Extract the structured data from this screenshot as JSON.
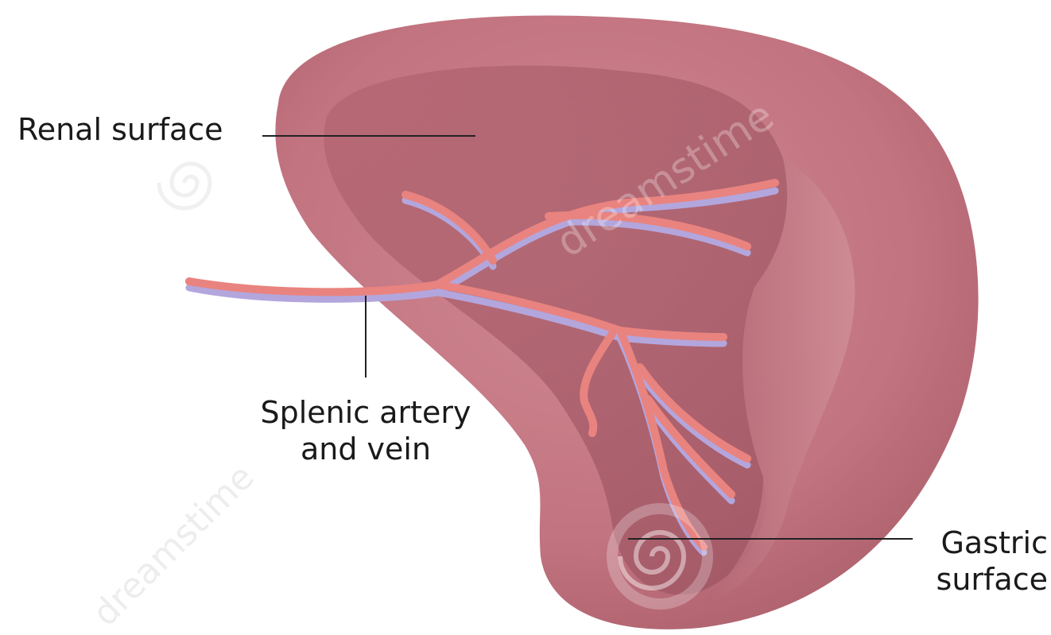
{
  "labels": {
    "renal": "Renal surface",
    "splenic_line1": "Splenic artery",
    "splenic_line2": "and vein",
    "gastric_line1": "Gastric",
    "gastric_line2": "surface"
  },
  "watermark": {
    "text": "dreamstime"
  },
  "colors": {
    "organ": "#c97a84",
    "organ_dark": "#a85a66",
    "artery": "#e9837f",
    "vein": "#b3a6dd",
    "leader": "#222222"
  }
}
